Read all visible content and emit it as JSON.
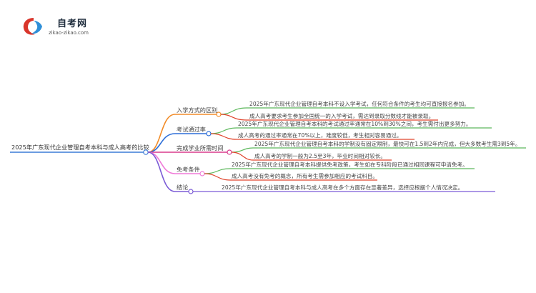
{
  "logo": {
    "title": "自考网",
    "subtitle": "zikao-zikao.com"
  },
  "colors": {
    "root_line": "#3a7bd5",
    "branch_1": "#f28c28",
    "branch_2": "#2e6fd8",
    "branch_3": "#d83a8c",
    "branch_4": "#f07ad8",
    "branch_5": "#7b5bd6",
    "leaf_green": "#5cb85c",
    "leaf_red": "#e0442c"
  },
  "root": {
    "label": "2025年广东现代企业管理自考本科与成人高考的比较"
  },
  "branches": [
    {
      "label": "入学方式的区别",
      "leaves": [
        "2025年广东现代企业管理自考本科不设入学考试，任何符合条件的考生均可直接报名参加。",
        "成人高考要求考生参加全国统一的入学考试，需达到录取分数线才能被录取。"
      ]
    },
    {
      "label": "考试通过率",
      "leaves": [
        "2025年广东现代企业管理自考本科的考试通过率通常在10%到30%之间，考生需付出更多努力。",
        "成人高考的通过率通常在70%以上，难度较低，考生相对容易通过。"
      ]
    },
    {
      "label": "完成学业所需时间",
      "leaves": [
        "2025年广东现代企业管理自考本科的学制没有固定限制，最快可在1.5到2年内完成，但大多数考生需3到5年。",
        "成人高考的学制一般为2.5至3年，毕业时间相对较长。"
      ]
    },
    {
      "label": "免考条件",
      "leaves": [
        "2025年广东现代企业管理自考本科提供免考政策，考生如在专科阶段已通过相同课程可申请免考。",
        "成人高考没有免考的概念，所有考生需参加相应的考试科目。"
      ]
    },
    {
      "label": "结论",
      "leaves": [
        "2025年广东现代企业管理自考本科与成人高考在多个方面存在显著差异，选择应根据个人情况决定。"
      ]
    }
  ]
}
